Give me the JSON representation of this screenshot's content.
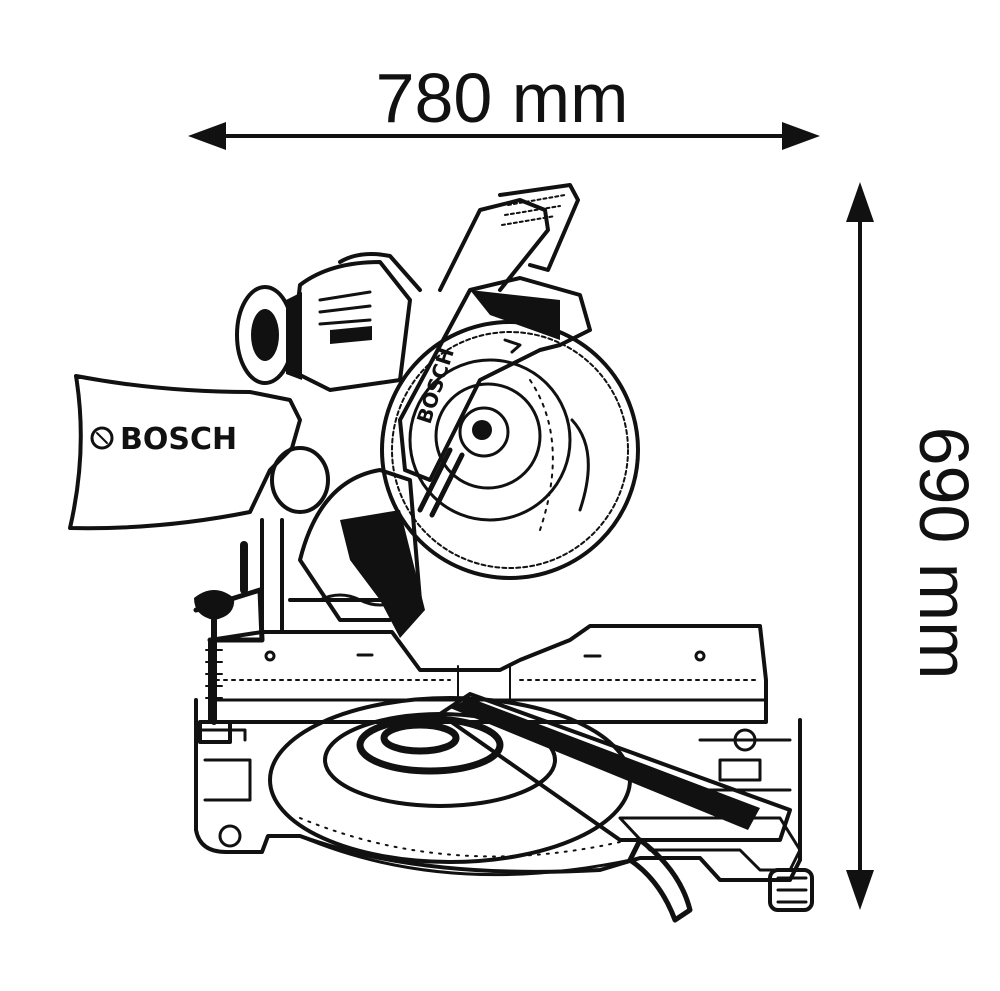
{
  "dimensions": {
    "width_label": "780 mm",
    "height_label": "690 mm"
  },
  "product": {
    "bag_brand": "BOSCH",
    "guard_brand": "BOSCH"
  },
  "colors": {
    "line": "#111111",
    "background": "#ffffff"
  }
}
